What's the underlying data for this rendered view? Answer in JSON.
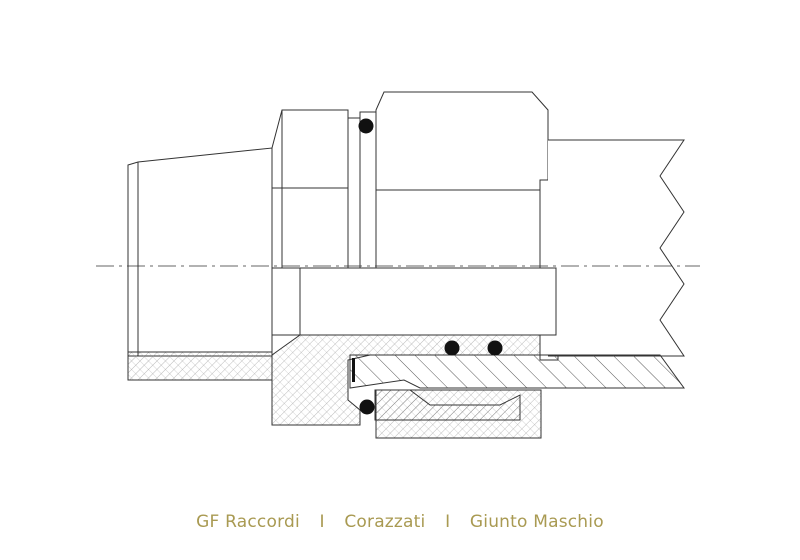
{
  "caption": {
    "brand": "GF Raccordi",
    "separator": "I",
    "product": "Corazzati",
    "model": "Giunto Maschio"
  },
  "colors": {
    "line": "#333333",
    "hatch": "#555555",
    "caption": "#a99a52",
    "seal": "#111111"
  }
}
